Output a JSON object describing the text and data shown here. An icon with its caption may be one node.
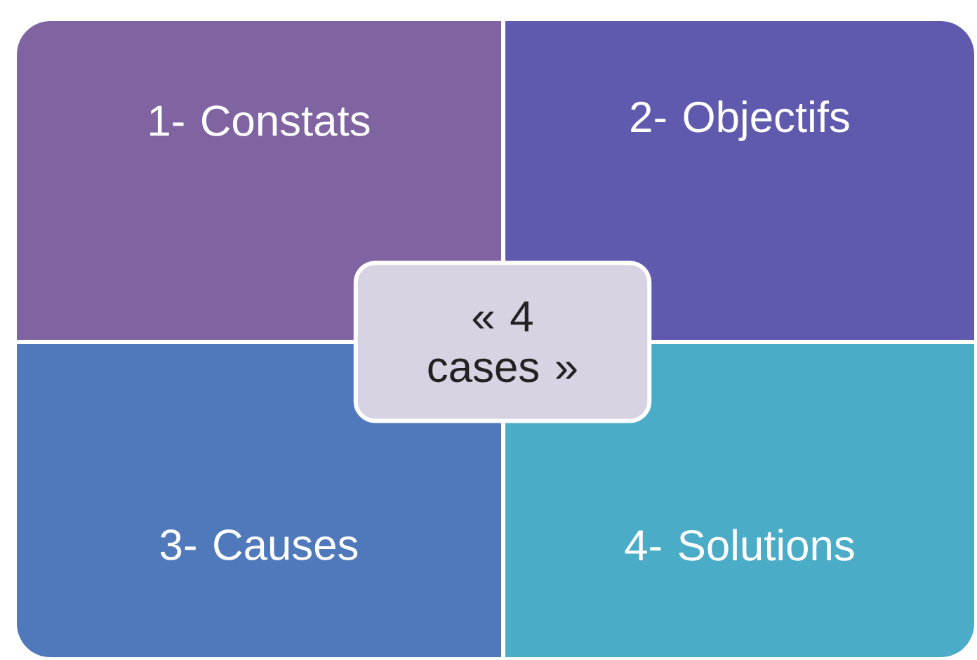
{
  "diagram": {
    "nodes": [
      {
        "text": [
          "1- Constats"
        ]
      },
      {
        "text": [
          "2- Objectifs"
        ]
      },
      {
        "text": [
          "3- Causes"
        ]
      },
      {
        "text": [
          "4- Solutions"
        ]
      },
      {
        "text": [
          "« 4 cases »"
        ]
      }
    ]
  }
}
